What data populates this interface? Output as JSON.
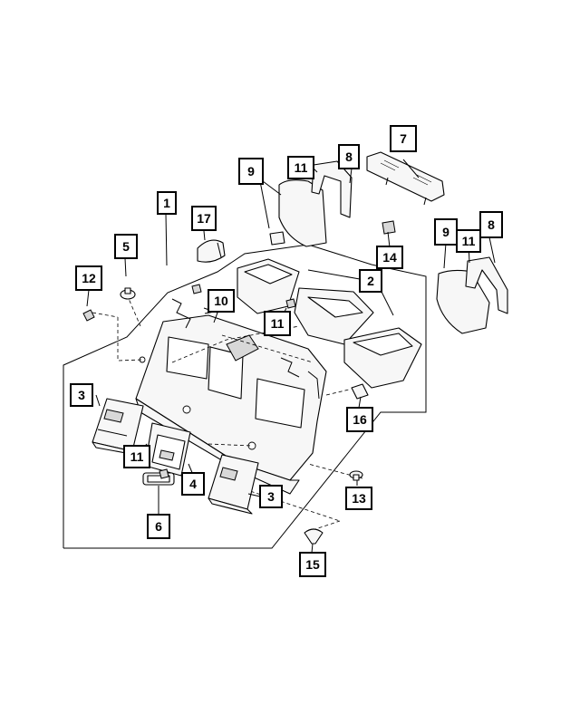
{
  "callouts": [
    {
      "id": "c1",
      "label": "1"
    },
    {
      "id": "c2",
      "label": "2"
    },
    {
      "id": "c3a",
      "label": "3"
    },
    {
      "id": "c3b",
      "label": "3"
    },
    {
      "id": "c4",
      "label": "4"
    },
    {
      "id": "c5",
      "label": "5"
    },
    {
      "id": "c6",
      "label": "6"
    },
    {
      "id": "c7",
      "label": "7"
    },
    {
      "id": "c8a",
      "label": "8"
    },
    {
      "id": "c8b",
      "label": "8"
    },
    {
      "id": "c9a",
      "label": "9"
    },
    {
      "id": "c9b",
      "label": "9"
    },
    {
      "id": "c10",
      "label": "10"
    },
    {
      "id": "c11a",
      "label": "11"
    },
    {
      "id": "c11b",
      "label": "11"
    },
    {
      "id": "c11c",
      "label": "11"
    },
    {
      "id": "c11d",
      "label": "11"
    },
    {
      "id": "c12",
      "label": "12"
    },
    {
      "id": "c13",
      "label": "13"
    },
    {
      "id": "c14",
      "label": "14"
    },
    {
      "id": "c15",
      "label": "15"
    },
    {
      "id": "c16",
      "label": "16"
    },
    {
      "id": "c17",
      "label": "17"
    }
  ],
  "colors": {
    "ink": "#000000",
    "paper": "#ffffff",
    "part_fill": "#f7f7f7",
    "shade": "#d8d8d8"
  }
}
